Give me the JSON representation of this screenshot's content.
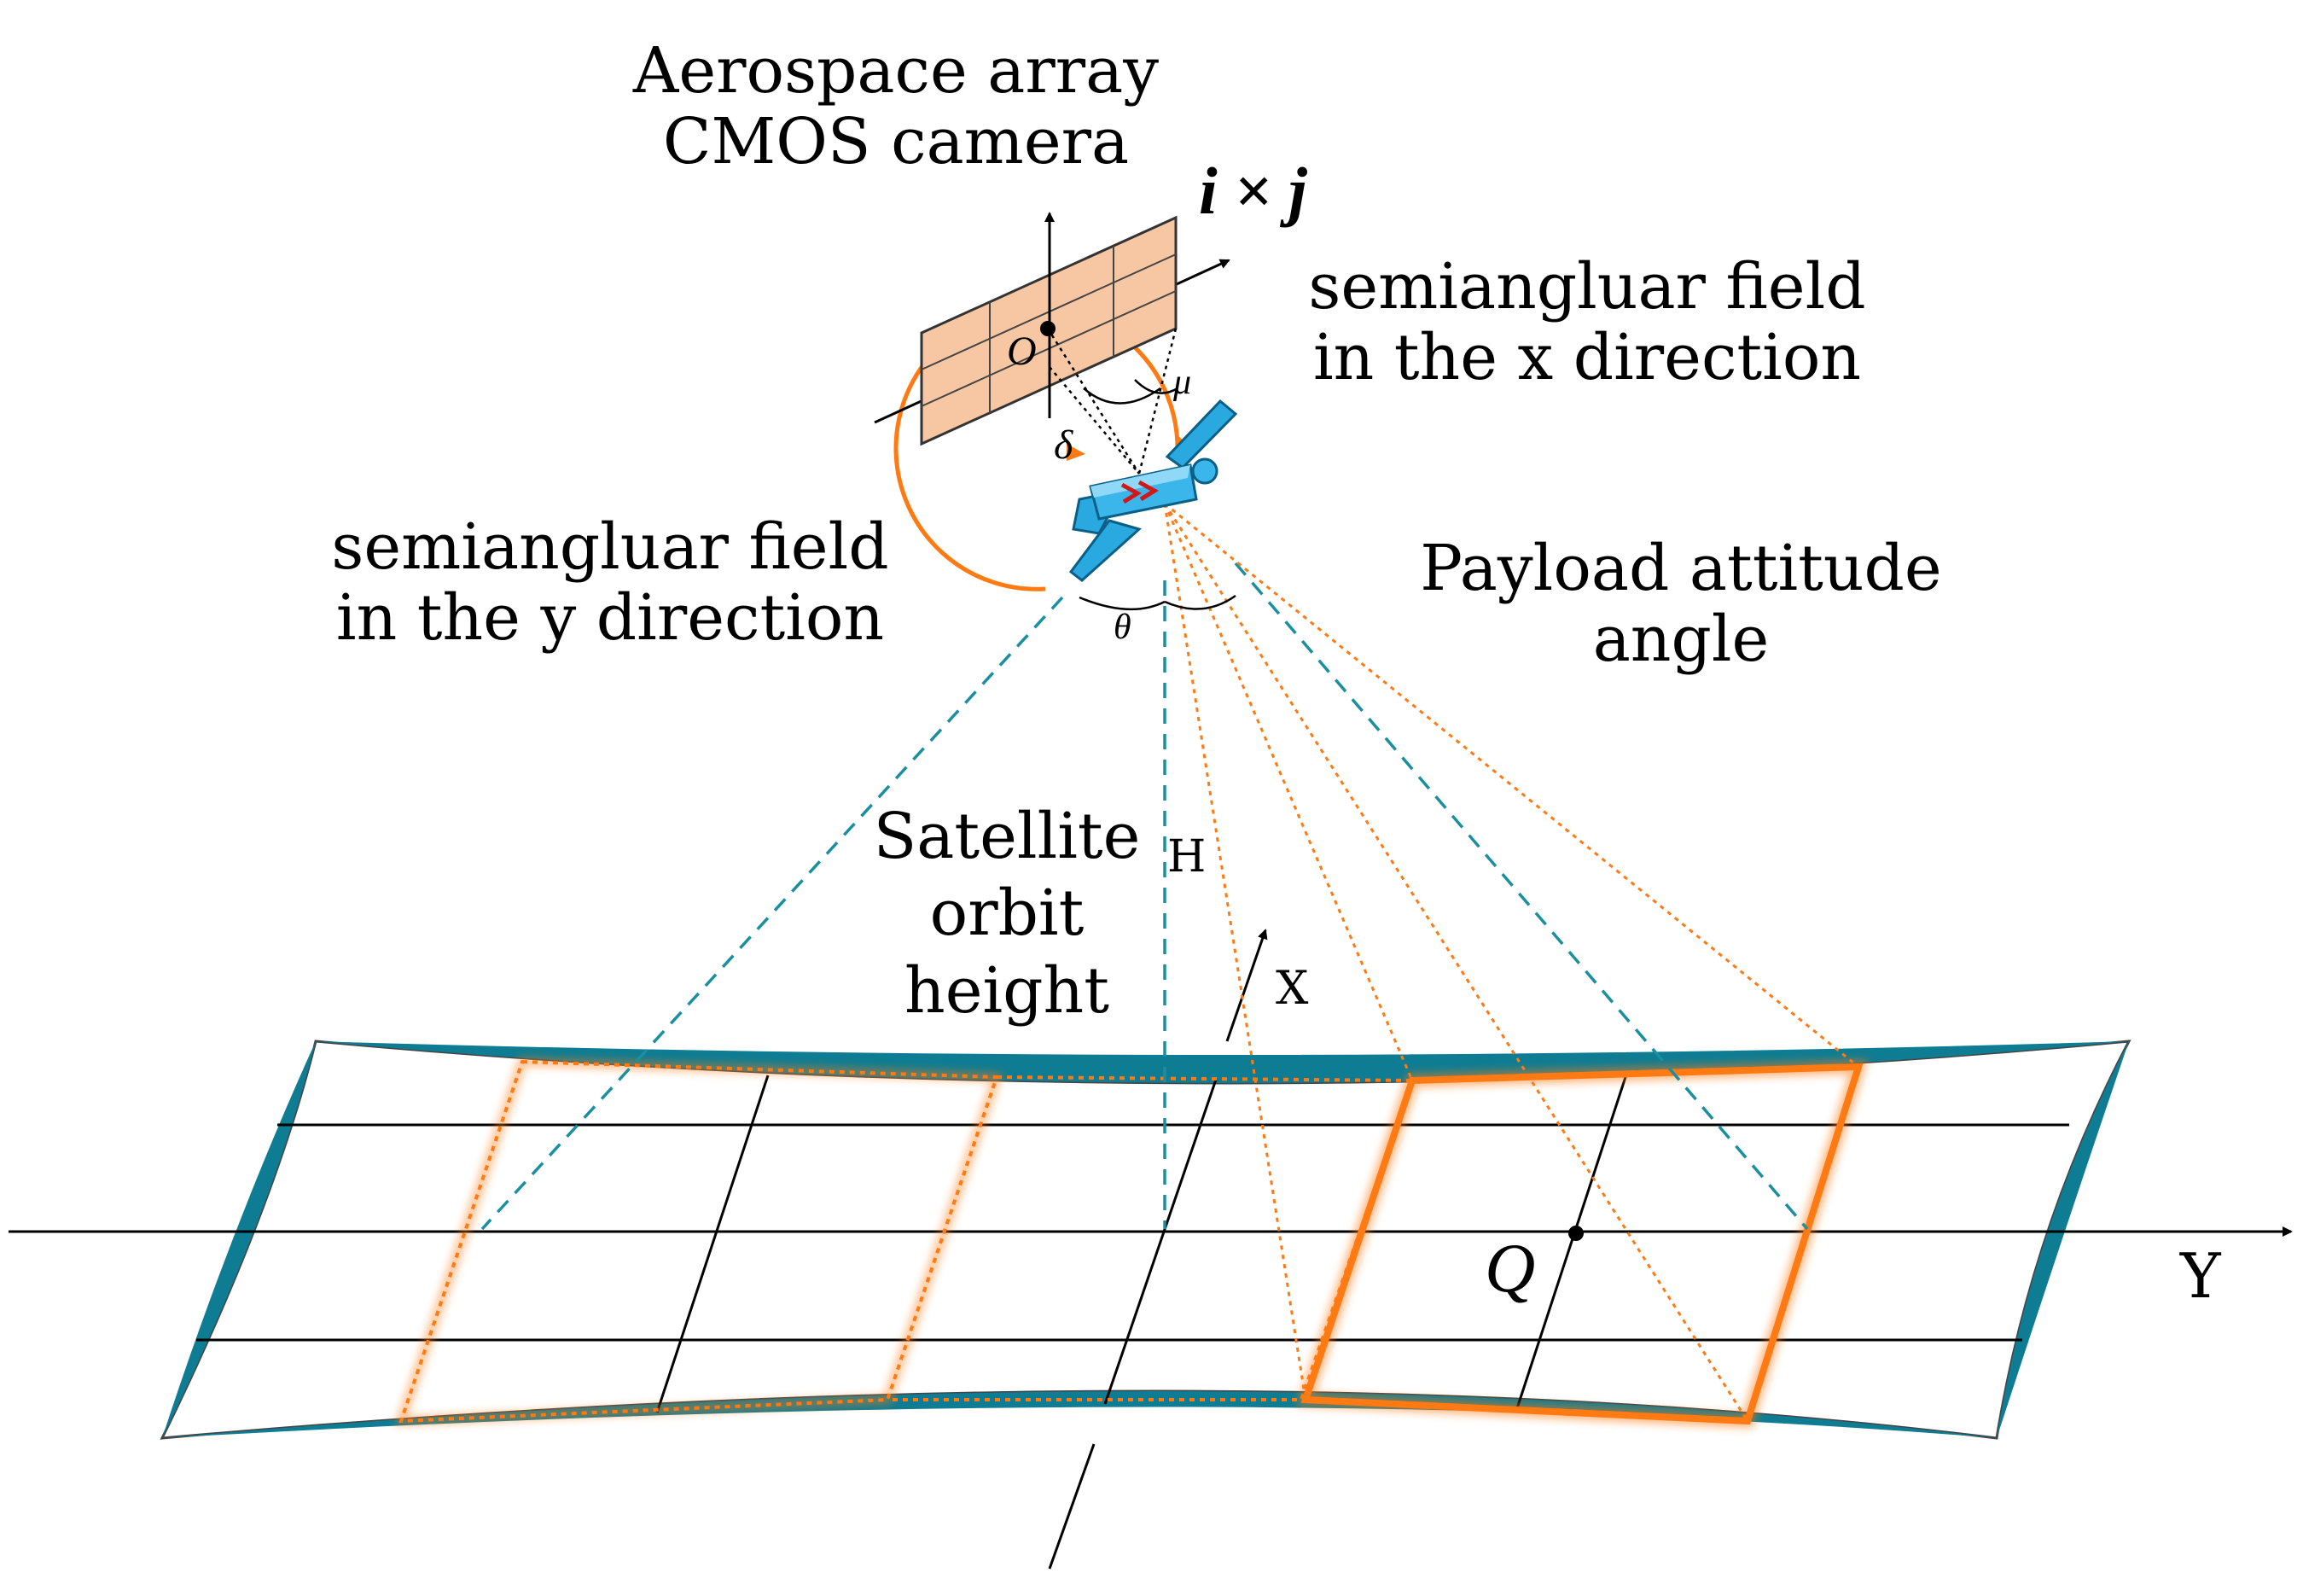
{
  "labels": {
    "camera": [
      "Aerospace array",
      "CMOS camera"
    ],
    "array_size": "i × j",
    "x_field": [
      "semiangluar field",
      "in the x direction"
    ],
    "y_field": [
      "semiangluar field",
      "in the y direction"
    ],
    "attitude": [
      "Payload attitude",
      "angle"
    ],
    "orbit": [
      "Satellite",
      "orbit",
      "height"
    ],
    "height_symbol": "H",
    "x_axis": "X",
    "y_axis": "Y",
    "point_q": "Q",
    "origin": "O",
    "mu": "μ",
    "delta": "δ",
    "theta": "θ"
  },
  "colors": {
    "strip_fill": "#0e7c93",
    "frame_orange": "#ff7a12",
    "dashed_teal": "#1a8fa0",
    "sensor_fill": "#f7c7a3",
    "satellite_blue": "#29a9e0",
    "line": "#000000"
  }
}
